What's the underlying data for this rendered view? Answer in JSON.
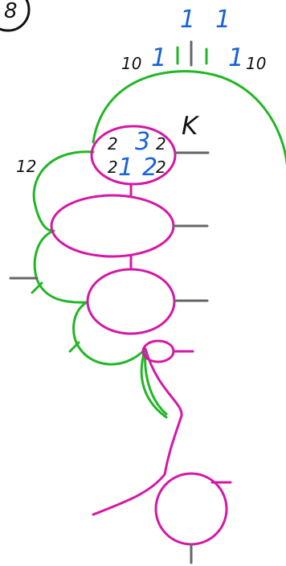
{
  "figure": {
    "number": "8"
  },
  "labels": {
    "top_left_1": "1",
    "top_right_1": "1",
    "left_1": "1",
    "right_1": "1",
    "left_10": "10",
    "right_10": "10",
    "k_label": "K",
    "left_12": "12",
    "upper_row_left_2": "2",
    "upper_row_mid_3": "3",
    "upper_row_right_2": "2",
    "lower_row_left_2": "2",
    "lower_row_1": "1",
    "lower_row_2": "2",
    "lower_row_right_2": "2"
  },
  "colors": {
    "green": "#22b626",
    "magenta": "#d517a6",
    "gray": "#666666",
    "blue": "#1a63d6",
    "black": "#111111"
  }
}
